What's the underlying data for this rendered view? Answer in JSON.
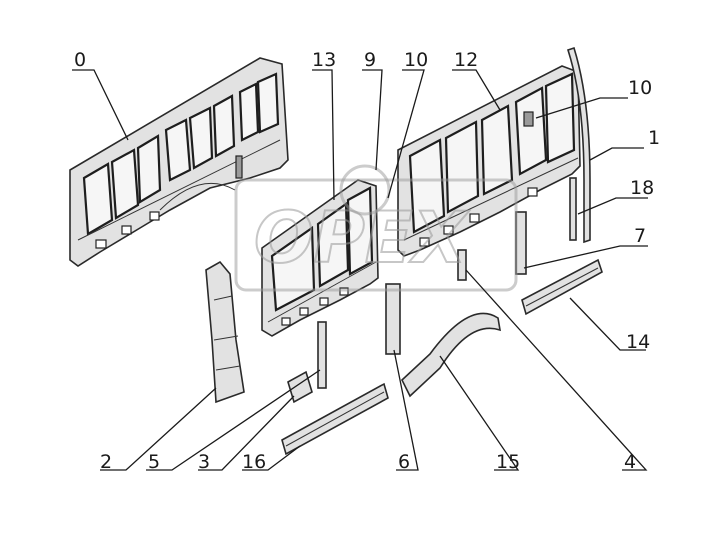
{
  "watermark": {
    "text": "OPEX"
  },
  "callouts": [
    {
      "id": "0",
      "label": "0"
    },
    {
      "id": "13",
      "label": "13"
    },
    {
      "id": "9",
      "label": "9"
    },
    {
      "id": "10a",
      "label": "10"
    },
    {
      "id": "12",
      "label": "12"
    },
    {
      "id": "10b",
      "label": "10"
    },
    {
      "id": "1",
      "label": "1"
    },
    {
      "id": "18",
      "label": "18"
    },
    {
      "id": "7",
      "label": "7"
    },
    {
      "id": "14",
      "label": "14"
    },
    {
      "id": "2",
      "label": "2"
    },
    {
      "id": "5",
      "label": "5"
    },
    {
      "id": "3",
      "label": "3"
    },
    {
      "id": "16",
      "label": "16"
    },
    {
      "id": "6",
      "label": "6"
    },
    {
      "id": "15",
      "label": "15"
    },
    {
      "id": "4",
      "label": "4"
    }
  ]
}
